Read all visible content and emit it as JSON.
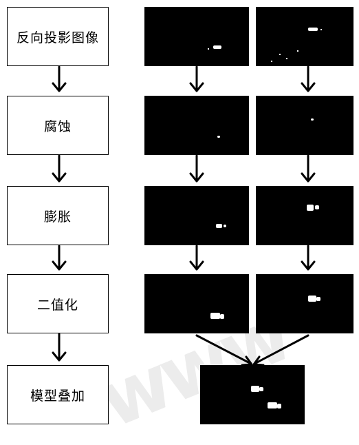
{
  "steps": [
    {
      "label": "反向投影图像"
    },
    {
      "label": "腐蚀"
    },
    {
      "label": "膨胀"
    },
    {
      "label": "二值化"
    },
    {
      "label": "模型叠加"
    }
  ],
  "colors": {
    "panel": "#000000",
    "blob": "#ffffff",
    "line": "#000000"
  }
}
